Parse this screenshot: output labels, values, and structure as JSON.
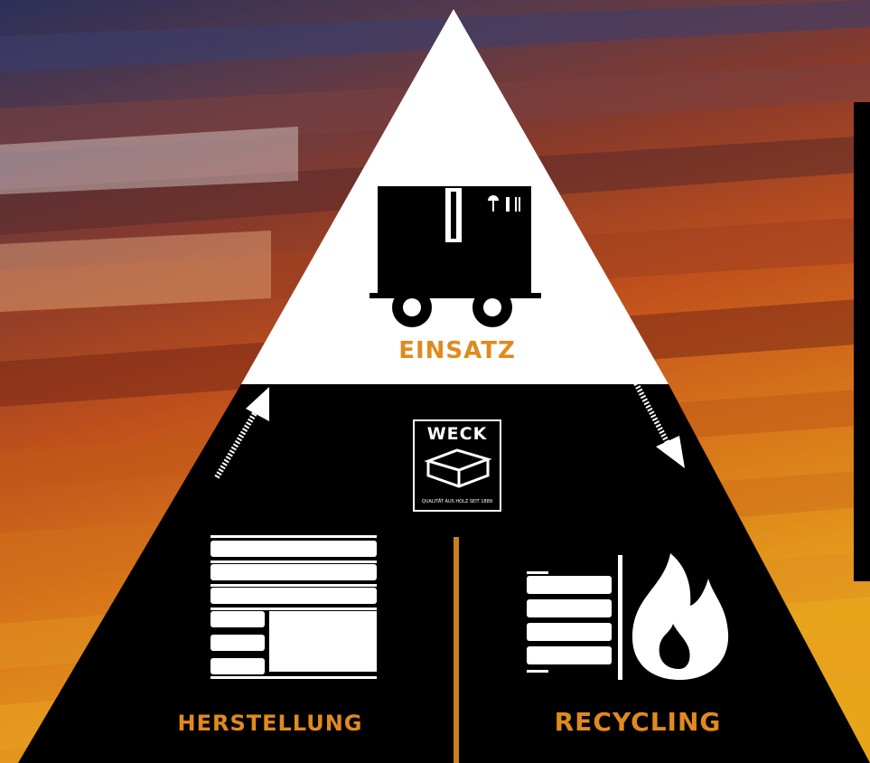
{
  "labels": {
    "top": "EINSATZ",
    "left": "HERSTELLUNG",
    "right": "RECYCLING"
  },
  "logo": {
    "brand": "WECK",
    "tagline": "QUALITÄT AUS HOLZ SEIT 1889"
  },
  "icons": {
    "top": "trolley-crate-icon",
    "center": "pallet-box-icon",
    "left": "stacked-pallets-icon",
    "right": "pallets-fire-icon"
  },
  "colors": {
    "accent": "#e08a1e",
    "triangle_dark": "#000000",
    "triangle_light": "#ffffff"
  }
}
